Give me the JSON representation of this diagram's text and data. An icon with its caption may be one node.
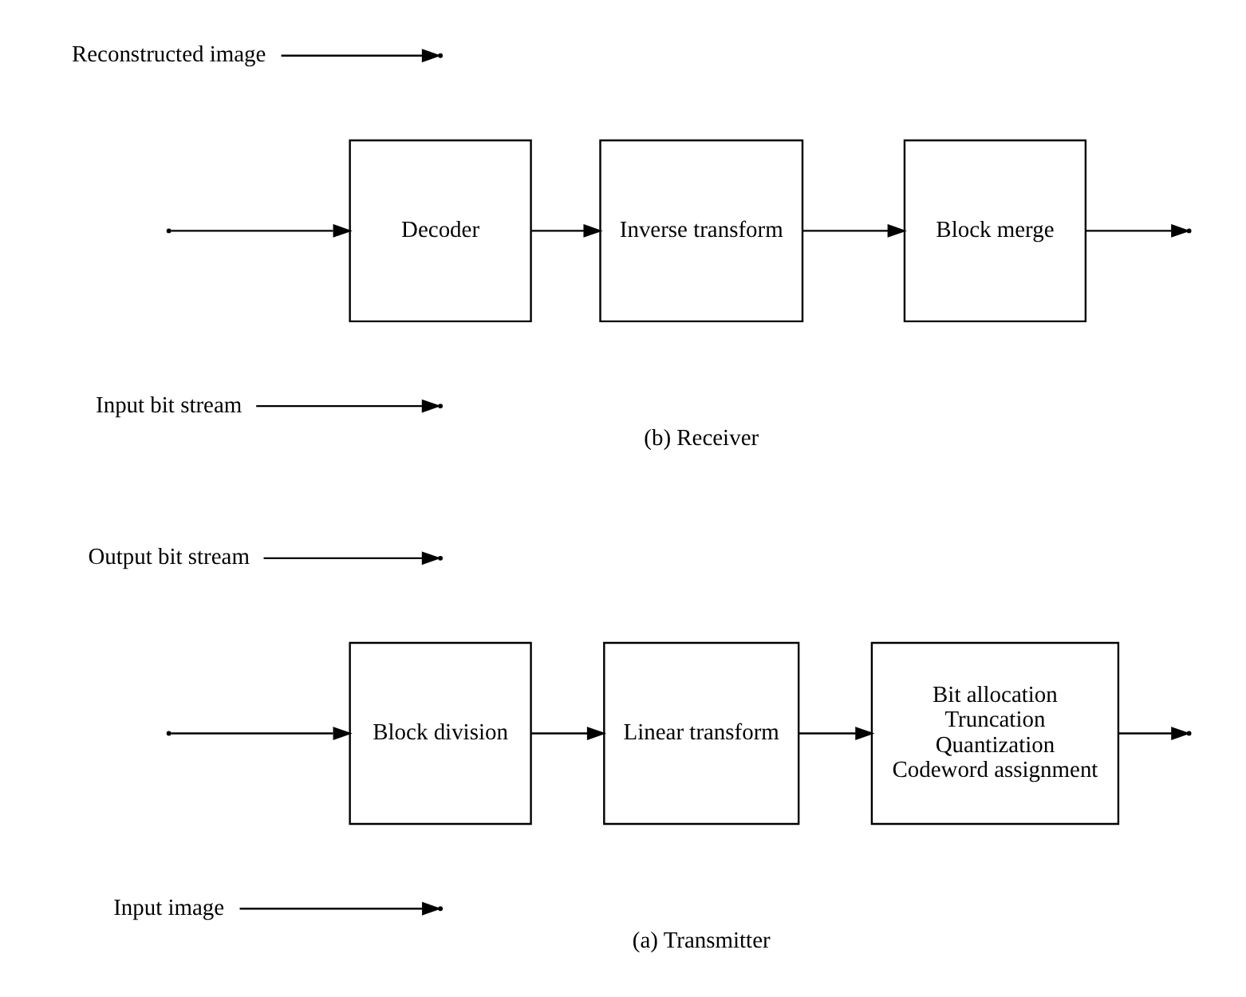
{
  "diagram": {
    "nodes": [
      {
        "text": [
          "Input image"
        ]
      },
      {
        "text": [
          "Block division"
        ]
      },
      {
        "text": [
          "Linear transform"
        ]
      },
      {
        "text": [
          "Bit allocation",
          "Truncation",
          "Quantization",
          "Codeword assignment"
        ]
      },
      {
        "text": [
          "Output bit stream"
        ]
      },
      {
        "text": [
          "Input bit stream"
        ]
      },
      {
        "text": [
          "Decoder"
        ]
      },
      {
        "text": [
          "Inverse transform"
        ]
      },
      {
        "text": [
          "Block merge"
        ]
      },
      {
        "text": [
          "Reconstructed image"
        ]
      }
    ],
    "edges": [
      {
        "from": null,
        "to": 1,
        "arrow": "to"
      },
      {
        "from": 0,
        "to": null,
        "arrow": "to"
      },
      {
        "from": 1,
        "to": 2,
        "arrow": "to"
      },
      {
        "from": 2,
        "to": 3,
        "arrow": "to"
      },
      {
        "from": 3,
        "to": null,
        "arrow": "to"
      },
      {
        "from": 4,
        "to": null,
        "arrow": "to"
      },
      {
        "from": null,
        "to": 6,
        "arrow": "to"
      },
      {
        "from": 5,
        "to": null,
        "arrow": "to"
      },
      {
        "from": 6,
        "to": 7,
        "arrow": "to"
      },
      {
        "from": 7,
        "to": 8,
        "arrow": "to"
      },
      {
        "from": 8,
        "to": null,
        "arrow": "to"
      },
      {
        "from": 9,
        "to": null,
        "arrow": "to"
      }
    ],
    "labels": [
      "(a) Transmitter",
      "(b) Receiver"
    ]
  }
}
